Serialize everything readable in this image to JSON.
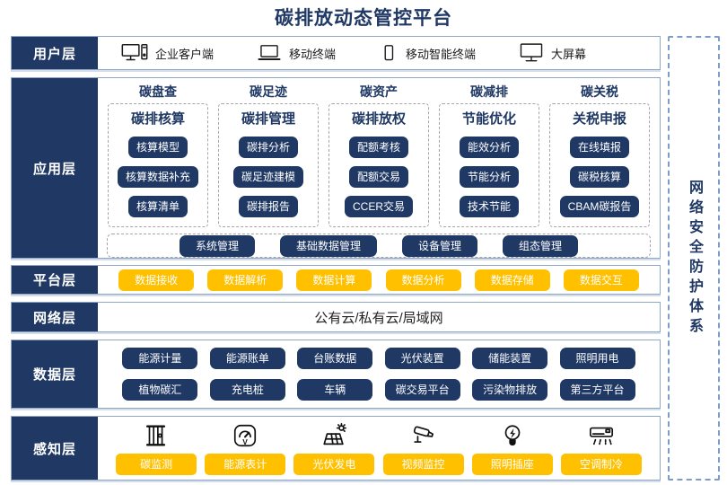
{
  "title": "碳排放动态管控平台",
  "security_sidebar": {
    "label": "网络安全防护体系"
  },
  "colors": {
    "navy": "#1F3864",
    "amber": "#FFC000"
  },
  "layers": {
    "user": {
      "label": "用户层",
      "items": [
        {
          "icon": "desktop-pc-icon",
          "label": "企业客户端"
        },
        {
          "icon": "laptop-icon",
          "label": "移动终端"
        },
        {
          "icon": "smartphone-icon",
          "label": "移动智能终端"
        },
        {
          "icon": "big-screen-icon",
          "label": "大屏幕"
        }
      ]
    },
    "app": {
      "label": "应用层",
      "groups": [
        {
          "header": "碳盘查",
          "subtitle": "碳排核算",
          "buttons": [
            "核算模型",
            "核算数据补充",
            "核算清单"
          ]
        },
        {
          "header": "碳足迹",
          "subtitle": "碳排管理",
          "buttons": [
            "碳排分析",
            "碳足迹建模",
            "碳排报告"
          ]
        },
        {
          "header": "碳资产",
          "subtitle": "碳排放权",
          "buttons": [
            "配额考核",
            "配额交易",
            "CCER交易"
          ]
        },
        {
          "header": "碳减排",
          "subtitle": "节能优化",
          "buttons": [
            "能效分析",
            "节能分析",
            "技术节能"
          ]
        },
        {
          "header": "碳关税",
          "subtitle": "关税申报",
          "buttons": [
            "在线填报",
            "碳税核算",
            "CBAM碳报告"
          ]
        }
      ],
      "common_buttons": [
        "系统管理",
        "基础数据管理",
        "设备管理",
        "组态管理"
      ]
    },
    "platform": {
      "label": "平台层",
      "buttons": [
        "数据接收",
        "数据解析",
        "数据计算",
        "数据分析",
        "数据存储",
        "数据交互"
      ]
    },
    "network": {
      "label": "网络层",
      "text": "公有云/私有云/局域网"
    },
    "data": {
      "label": "数据层",
      "row1": [
        "能源计量",
        "能源账单",
        "台账数据",
        "光伏装置",
        "储能装置",
        "照明用电"
      ],
      "row2": [
        "植物碳汇",
        "充电桩",
        "车辆",
        "碳交易平台",
        "污染物排放",
        "第三方平台"
      ]
    },
    "perception": {
      "label": "感知层",
      "items": [
        {
          "icon": "carbon-monitor-icon",
          "label": "碳监测"
        },
        {
          "icon": "energy-meter-icon",
          "label": "能源表计"
        },
        {
          "icon": "solar-panel-icon",
          "label": "光伏发电"
        },
        {
          "icon": "cctv-camera-icon",
          "label": "视频监控"
        },
        {
          "icon": "light-bulb-icon",
          "label": "照明插座"
        },
        {
          "icon": "air-conditioner-icon",
          "label": "空调制冷"
        }
      ]
    }
  }
}
